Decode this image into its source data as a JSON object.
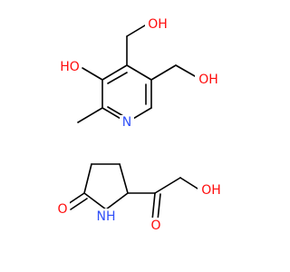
{
  "colors": {
    "background": "#ffffff",
    "bond": "#000000",
    "oxygen": "#ff0d0d",
    "nitrogen": "#3050f8"
  },
  "molecule_top": {
    "labels": {
      "ho_left": "HO",
      "oh_top": "OH",
      "oh_right": "OH",
      "n_ring": "N"
    }
  },
  "molecule_bottom": {
    "labels": {
      "o_keto_left": "O",
      "nh": "NH",
      "o_keto_right": "O",
      "oh": "OH"
    }
  }
}
